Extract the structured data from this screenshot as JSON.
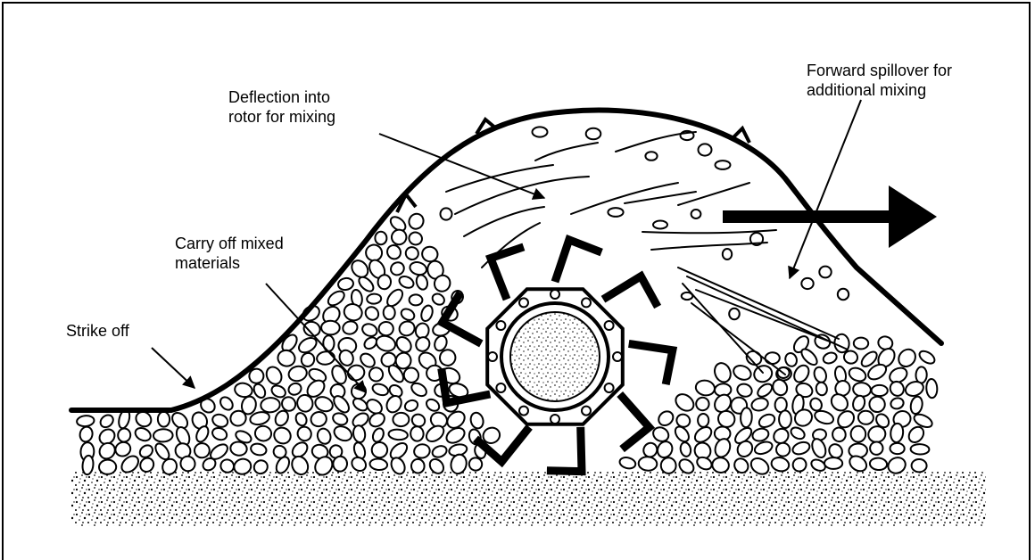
{
  "figure": {
    "labels": {
      "deflection": [
        "Deflection into",
        "rotor for mixing"
      ],
      "spillover": [
        "Forward spillover for",
        "additional mixing"
      ],
      "carry_off": [
        "Carry off mixed",
        "materials"
      ],
      "strike_off": [
        "Strike off"
      ]
    },
    "colors": {
      "ink": "#000000",
      "background": "#ffffff"
    }
  }
}
